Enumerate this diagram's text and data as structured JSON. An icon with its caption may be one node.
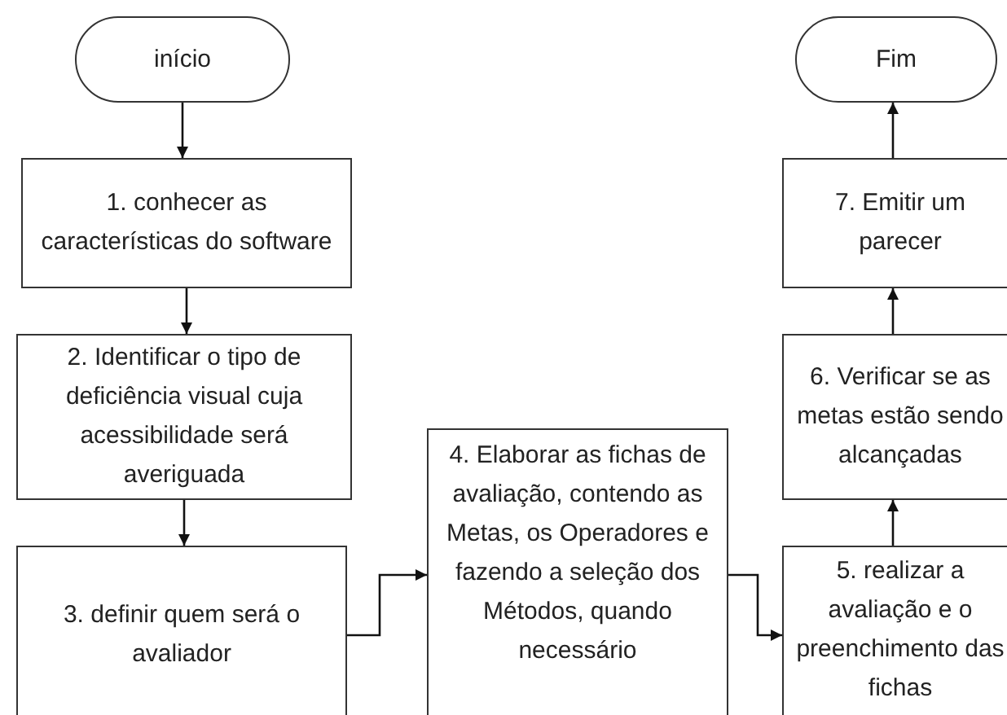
{
  "diagram": {
    "nodes": [
      {
        "text": [
          "início"
        ]
      },
      {
        "text": [
          "1. conhecer as características do software"
        ]
      },
      {
        "text": [
          "2. Identificar o tipo de deficiência visual cuja acessibilidade será averiguada"
        ]
      },
      {
        "text": [
          "3. definir quem será o avaliador"
        ]
      },
      {
        "text": [
          "4. Elaborar as fichas de avaliação, contendo as Metas, os Operadores e fazendo a seleção dos Métodos, quando necessário"
        ]
      },
      {
        "text": [
          "5. realizar a avaliação e o preenchimento das fichas"
        ]
      },
      {
        "text": [
          "6. Verificar se as metas estão sendo alcançadas"
        ]
      },
      {
        "text": [
          "7. Emitir um parecer"
        ]
      },
      {
        "text": [
          "Fim"
        ]
      }
    ],
    "edges": [
      {
        "from": 0,
        "to": 1,
        "arrow": "to"
      },
      {
        "from": 1,
        "to": 2,
        "arrow": "to"
      },
      {
        "from": 2,
        "to": 3,
        "arrow": "to"
      },
      {
        "from": 3,
        "to": 4,
        "arrow": "to"
      },
      {
        "from": 4,
        "to": 5,
        "arrow": "to"
      },
      {
        "from": 5,
        "to": 6,
        "arrow": "to"
      },
      {
        "from": 6,
        "to": 7,
        "arrow": "to"
      },
      {
        "from": 7,
        "to": 8,
        "arrow": "to"
      }
    ]
  }
}
